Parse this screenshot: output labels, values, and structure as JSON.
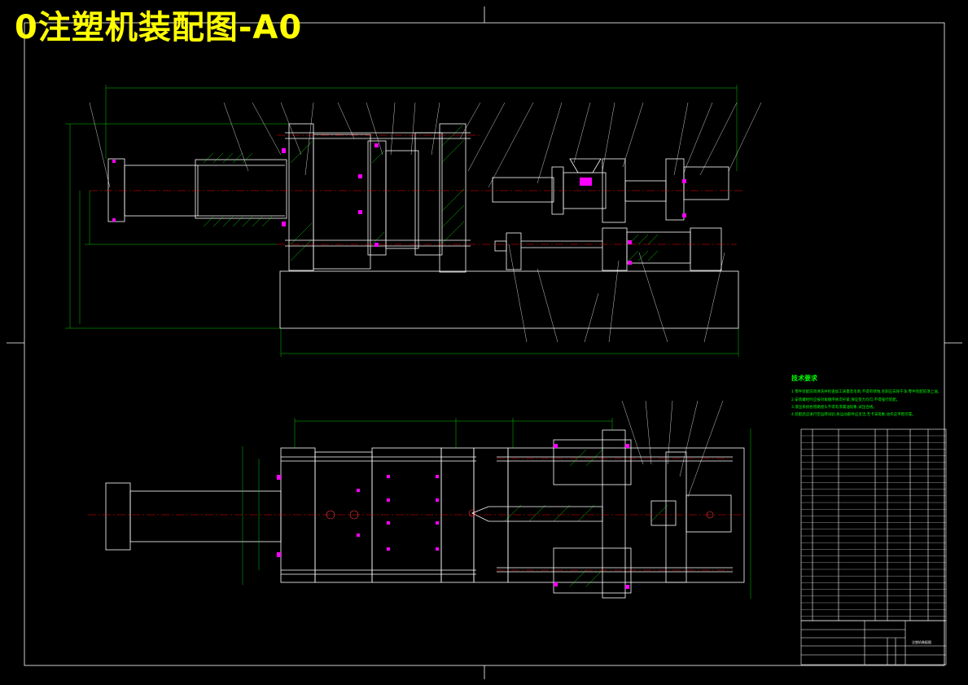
{
  "drawing": {
    "title": "0注塑机装配图-A0",
    "frame_color": "#ffffff",
    "line_color": "#ffffff",
    "center_line_color": "#ff0000",
    "dimension_color": "#00ff00",
    "hatch_color": "#00ff00",
    "bolt_color": "#ff00ff",
    "title_color": "#ffff00"
  },
  "tech_requirements": {
    "heading": "技术要求",
    "lines": [
      "1.零件装配前须清洗并检查加工质量及毛刺,不得有锈蚀,毛刺应去除干净,零件装配前须上油。",
      "2.安装螺栓时应按对角顺序依次拧紧,保证受力均匀,不得强行装配。",
      "3.液压系统各管路接头不得有渗漏油现象,试压合格。",
      "4.装配后应进行空运转试验,各运动部件应灵活,无卡滞现象,动作应平稳可靠。"
    ]
  },
  "title_block": {
    "drawing_name": "注塑机装配图"
  }
}
